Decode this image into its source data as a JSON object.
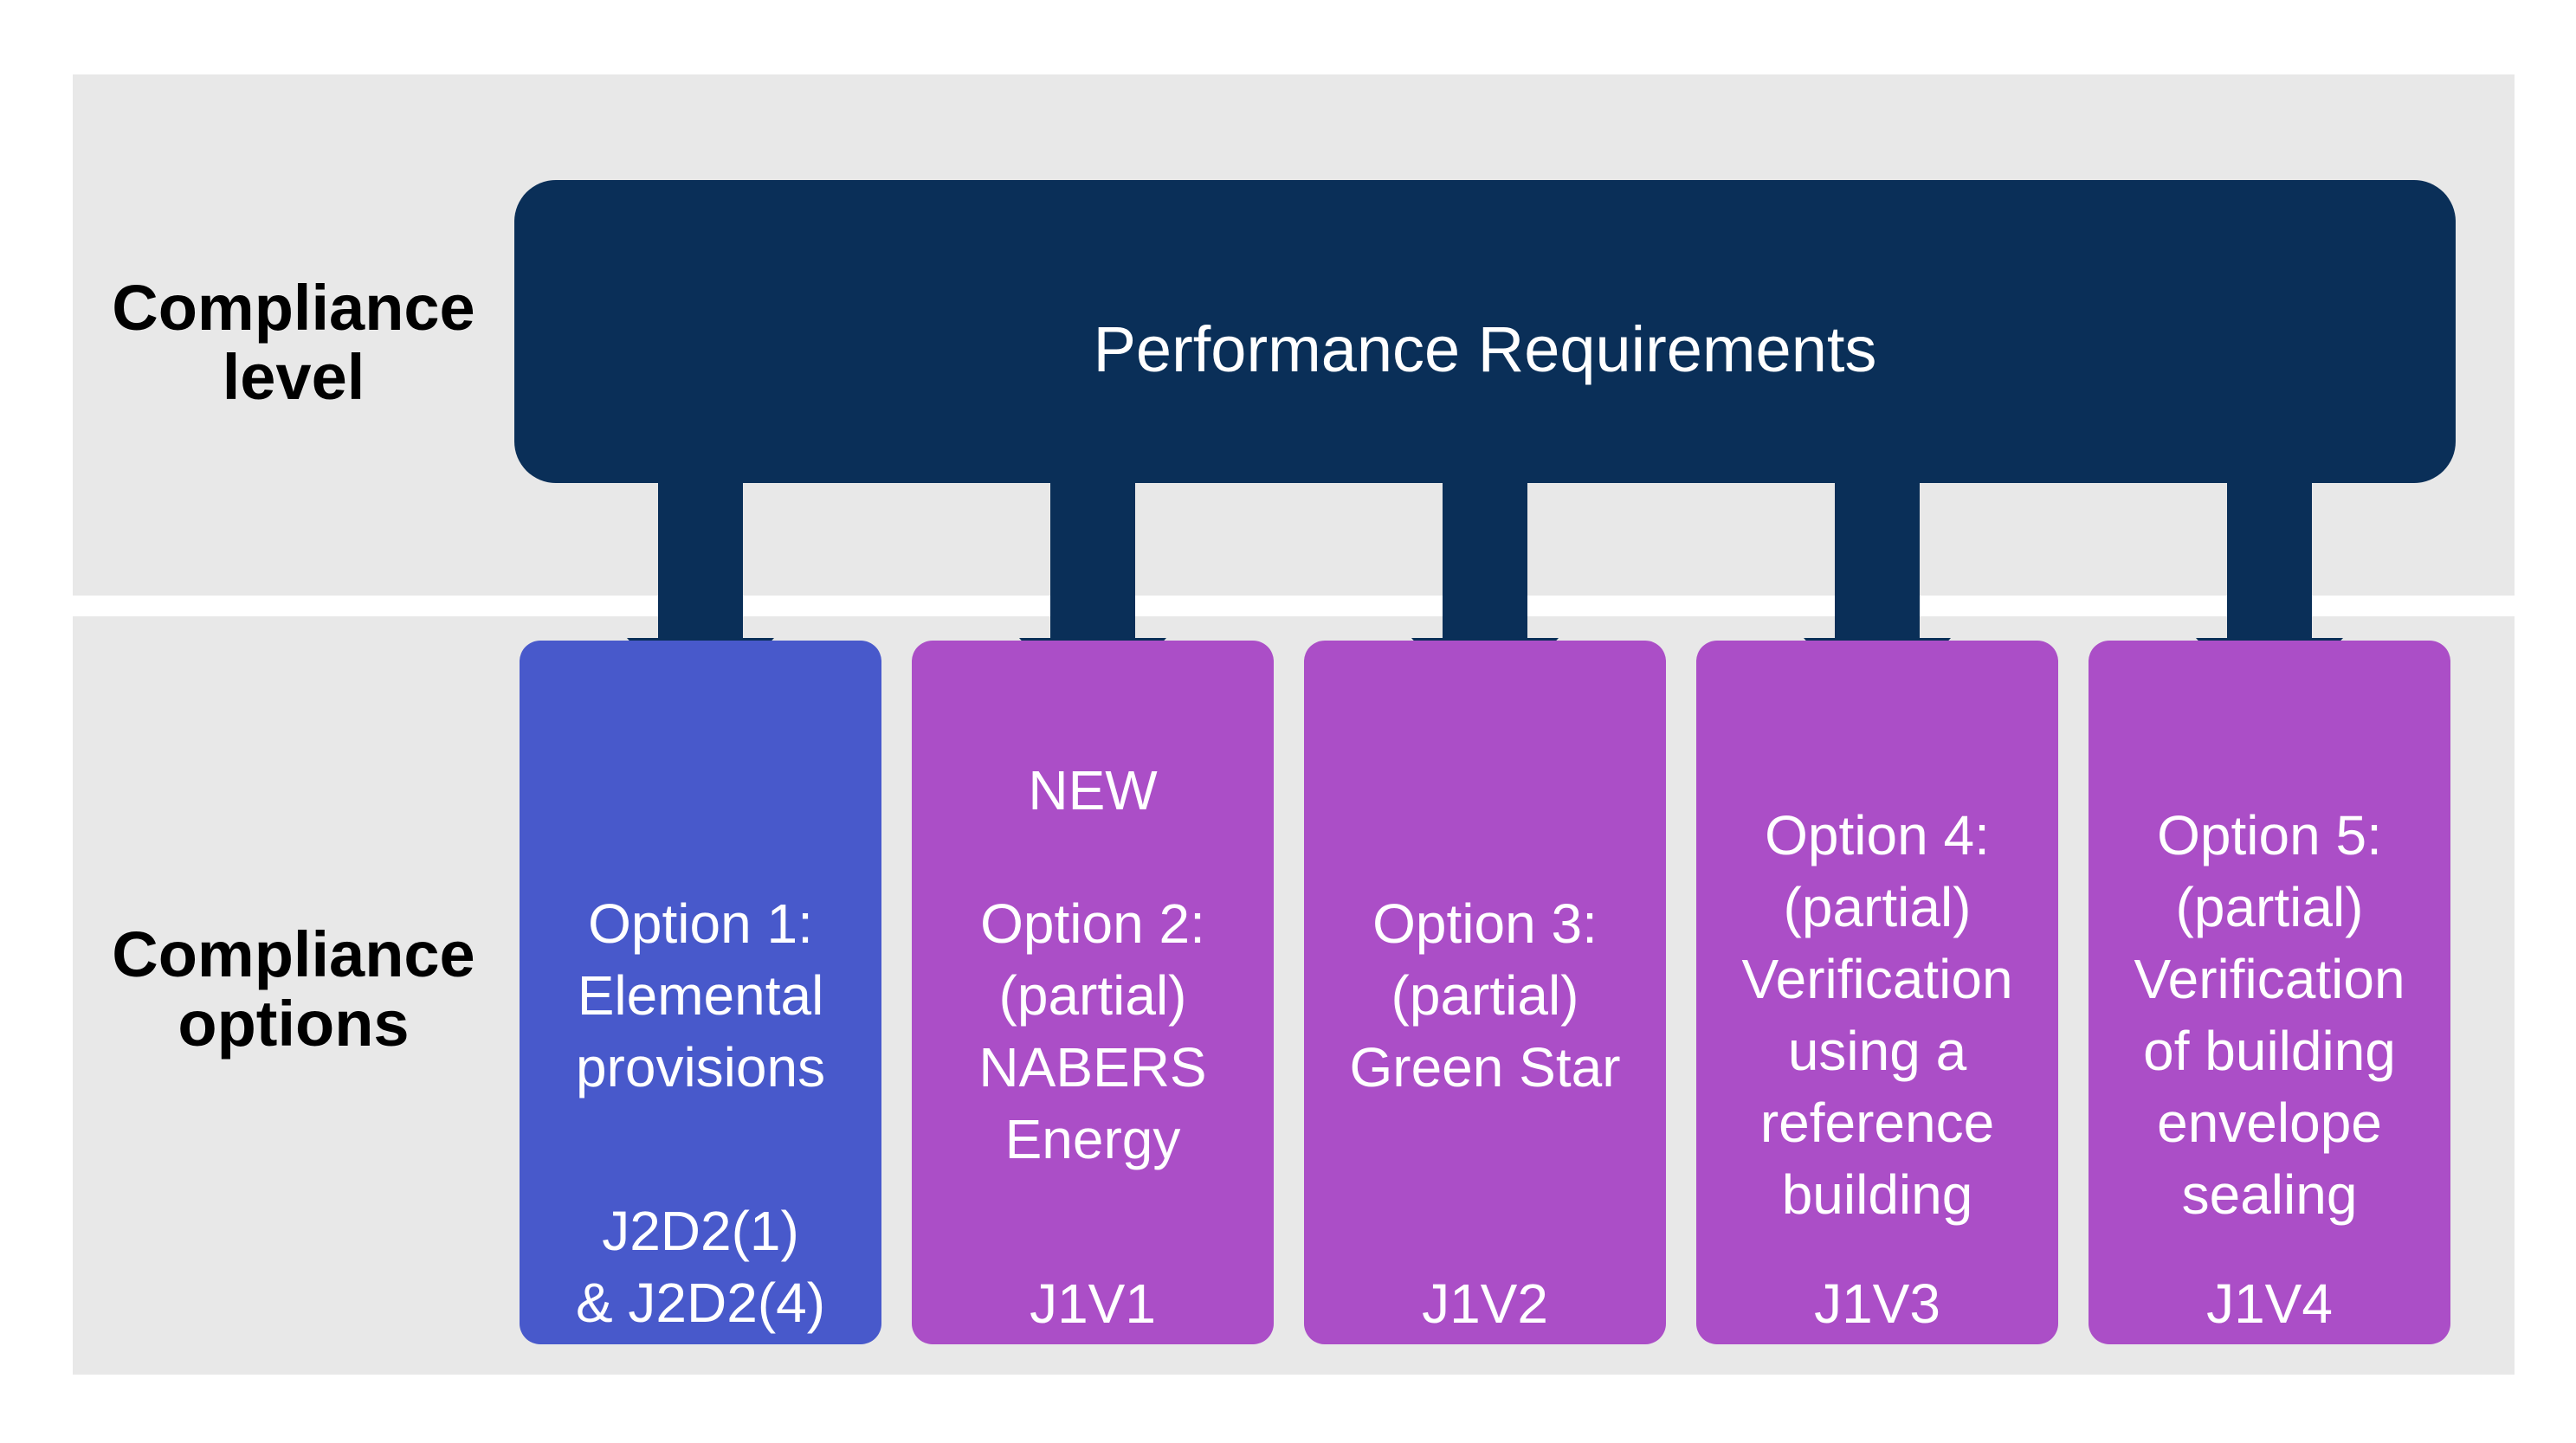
{
  "colors": {
    "navy": "#0a2f58",
    "blue": "#4859cb",
    "purple": "#ab4ec7",
    "bg": "#e8e8e8",
    "card_text": "#ffffff",
    "label_text": "#000000"
  },
  "left_labels": {
    "compliance_level": [
      "Compliance",
      "level"
    ],
    "compliance_options": [
      "Compliance",
      "options"
    ]
  },
  "performance_box": {
    "title": "Performance Requirements"
  },
  "options": [
    {
      "badge": "",
      "lines": [
        "Option 1:",
        "Elemental",
        "provisions"
      ],
      "code": [
        "J2D2(1)",
        "& J2D2(4)"
      ]
    },
    {
      "badge": "NEW",
      "lines": [
        "Option 2:",
        "(partial)",
        "NABERS",
        "Energy"
      ],
      "code": [
        "J1V1"
      ]
    },
    {
      "badge": "",
      "lines": [
        "Option 3:",
        "(partial)",
        "Green Star"
      ],
      "code": [
        "J1V2"
      ]
    },
    {
      "badge": "",
      "lines": [
        "Option 4:",
        "(partial)",
        "Verification",
        "using a",
        "reference",
        "building"
      ],
      "code": [
        "J1V3"
      ]
    },
    {
      "badge": "",
      "lines": [
        "Option 5:",
        "(partial)",
        "Verification",
        "of building",
        "envelope",
        "sealing"
      ],
      "code": [
        "J1V4"
      ]
    }
  ]
}
